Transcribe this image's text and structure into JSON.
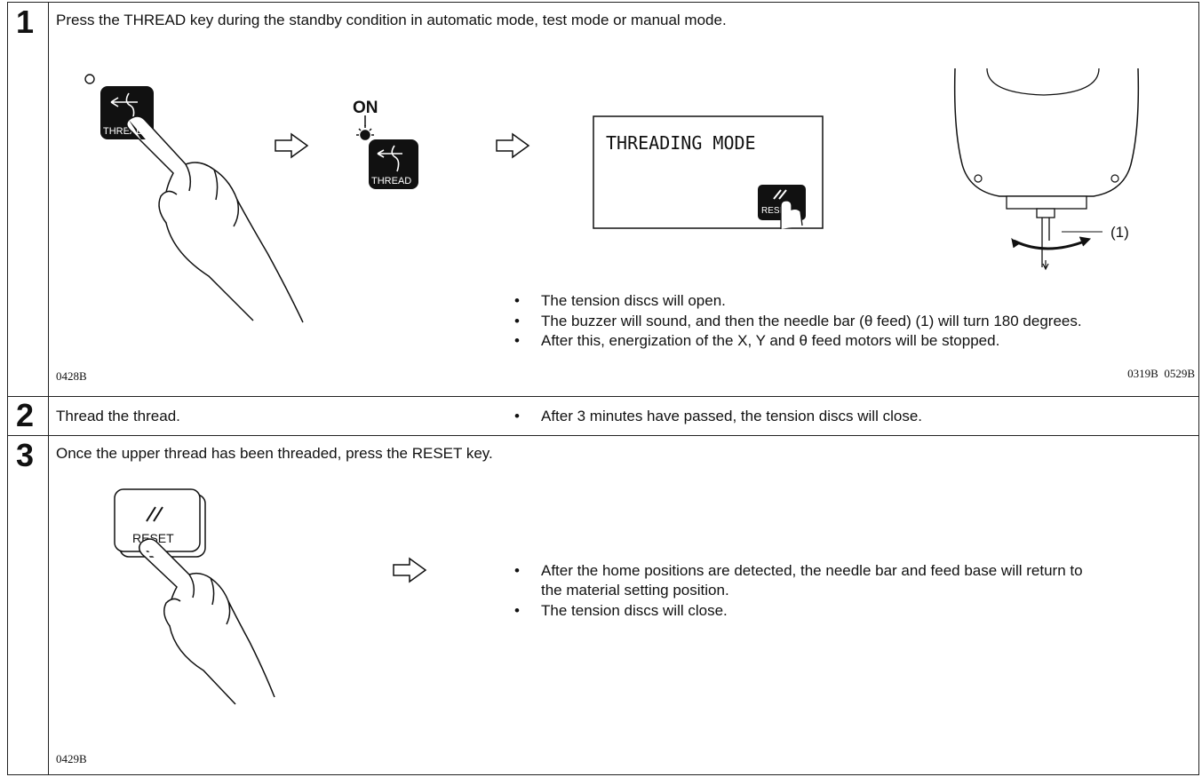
{
  "steps": [
    {
      "number": "1",
      "instruction": "Press the THREAD key during the standby condition in automatic mode, test mode or manual mode.",
      "key_label": "THREAD",
      "on_label": "ON",
      "display_text": "THREADING MODE",
      "display_button_label": "RESET",
      "callout": "(1)",
      "notes": [
        "The tension discs will open.",
        "The buzzer will sound, and then the needle bar (θ feed) (1) will turn 180 degrees.",
        "After this, energization of the X, Y and θ feed motors will be stopped."
      ],
      "figure_code_left": "0428B",
      "figure_code_right": "0319B  0529B"
    },
    {
      "number": "2",
      "instruction": "Thread the thread.",
      "notes": [
        "After 3 minutes have passed, the tension discs will close."
      ]
    },
    {
      "number": "3",
      "instruction": "Once the upper thread has been threaded, press the RESET key.",
      "key_label": "RESET",
      "notes": [
        "After the home positions are detected, the needle bar and feed base will return to",
        "the material setting position.",
        "The tension discs will close."
      ],
      "figure_code_left": "0429B"
    }
  ],
  "icons": {
    "arrow": "hollow-right-arrow-icon",
    "hand": "pointing-hand-icon",
    "thread_key": "thread-key-icon",
    "reset_key": "reset-key-icon",
    "lamp": "indicator-lamp-icon",
    "machine": "sewing-head-icon"
  }
}
